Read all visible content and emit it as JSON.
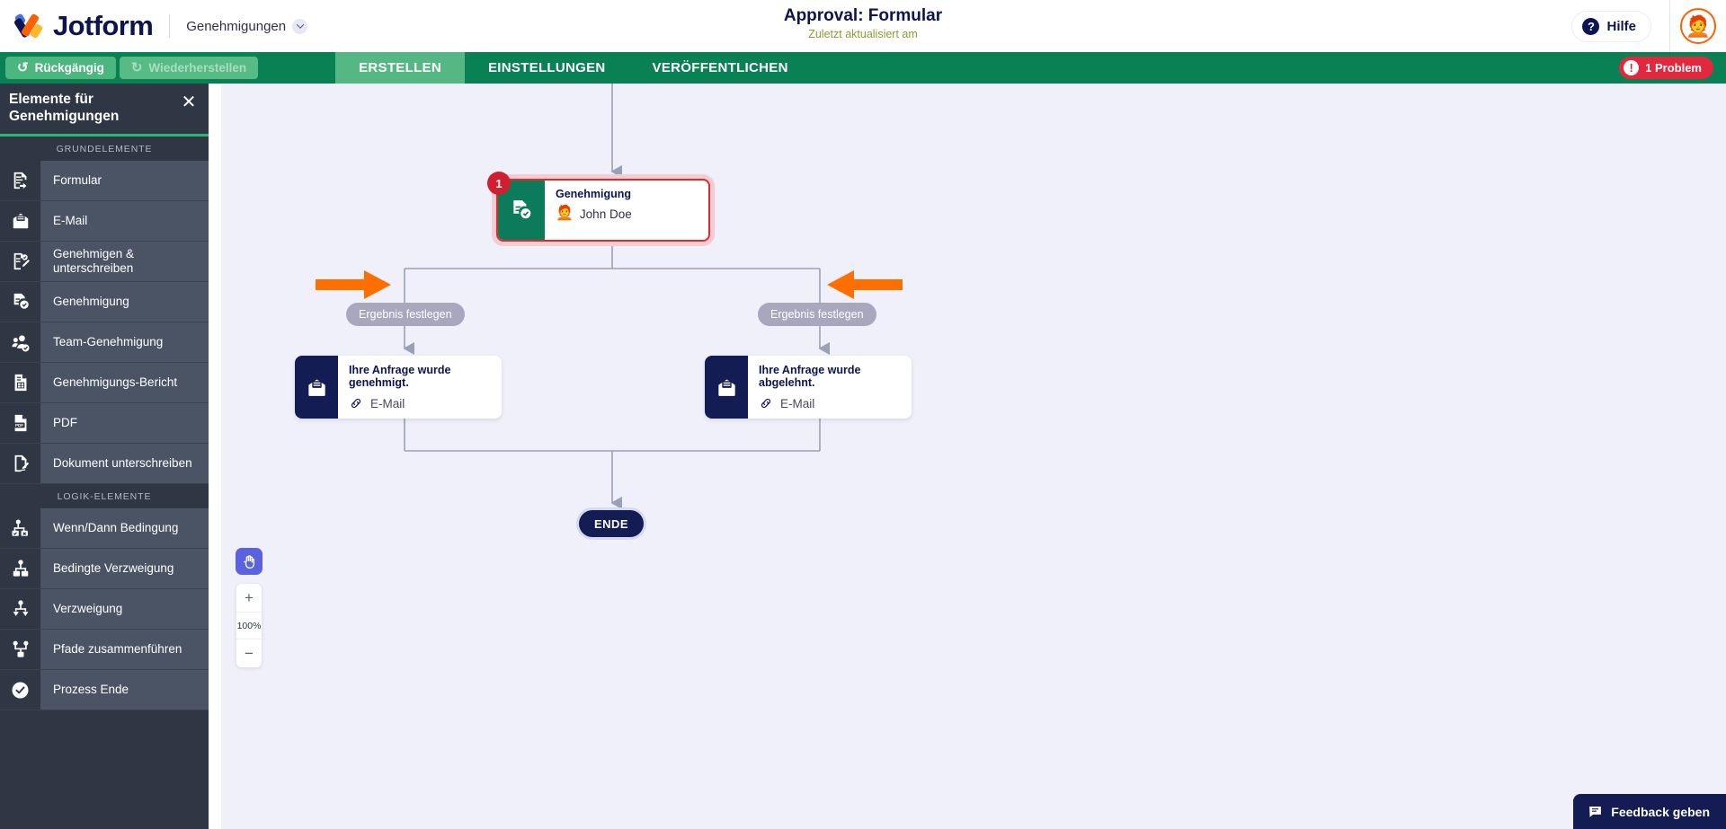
{
  "header": {
    "brand_name": "Jotform",
    "product_selector": "Genehmigungen",
    "title": "Approval: Formular",
    "subtitle": "Zuletzt aktualisiert am",
    "help_label": "Hilfe",
    "help_icon": "question-mark-icon",
    "avatar_icon": "user-avatar-emoji",
    "chevron_icon": "chevron-down-icon"
  },
  "navbar": {
    "undo_label": "Rückgängig",
    "undo_icon": "undo-arrow-icon",
    "redo_label": "Wiederherstellen",
    "redo_icon": "redo-arrow-icon",
    "tabs": [
      {
        "label": "ERSTELLEN",
        "active": true
      },
      {
        "label": "EINSTELLUNGEN",
        "active": false
      },
      {
        "label": "VERÖFFENTLICHEN",
        "active": false
      }
    ],
    "problem_label": "1 Problem",
    "problem_icon": "exclamation-icon",
    "problem_color": "#e3273c"
  },
  "sidebar": {
    "title": "Elemente für Genehmigungen",
    "close_icon": "close-icon",
    "groups": [
      {
        "label": "GRUNDELEMENTE",
        "items": [
          {
            "label": "Formular",
            "icon": "form-icon"
          },
          {
            "label": "E-Mail",
            "icon": "envelope-icon"
          },
          {
            "label": "Genehmigen & unterschreiben",
            "icon": "approve-sign-icon"
          },
          {
            "label": "Genehmigung",
            "icon": "approval-icon"
          },
          {
            "label": "Team-Genehmigung",
            "icon": "team-approval-icon"
          },
          {
            "label": "Genehmigungs-Bericht",
            "icon": "report-icon"
          },
          {
            "label": "PDF",
            "icon": "pdf-icon"
          },
          {
            "label": "Dokument unterschreiben",
            "icon": "sign-document-icon"
          }
        ]
      },
      {
        "label": "LOGIK-ELEMENTE",
        "items": [
          {
            "label": "Wenn/Dann Bedingung",
            "icon": "if-then-icon"
          },
          {
            "label": "Bedingte Verzweigung",
            "icon": "conditional-branch-icon"
          },
          {
            "label": "Verzweigung",
            "icon": "branch-icon"
          },
          {
            "label": "Pfade zusammenführen",
            "icon": "merge-paths-icon"
          },
          {
            "label": "Prozess Ende",
            "icon": "process-end-icon"
          }
        ]
      }
    ]
  },
  "canvas": {
    "background_color": "#f0f0fb",
    "approval_node": {
      "badge": "1",
      "title": "Genehmigung",
      "assignee": "John Doe",
      "assignee_avatar_icon": "person-emoji-avatar",
      "icon": "approval-icon",
      "icon_bg": "#0b7b5c",
      "border_color": "#e02b2b"
    },
    "branch_labels": [
      {
        "label": "Ergebnis festlegen"
      },
      {
        "label": "Ergebnis festlegen"
      }
    ],
    "email_nodes": [
      {
        "title": "Ihre Anfrage wurde genehmigt.",
        "subtitle": "E-Mail",
        "icon": "envelope-icon",
        "link_icon": "link-chain-icon",
        "icon_bg": "#141c54"
      },
      {
        "title": "Ihre Anfrage wurde abgelehnt.",
        "subtitle": "E-Mail",
        "icon": "envelope-icon",
        "link_icon": "link-chain-icon",
        "icon_bg": "#141c54"
      }
    ],
    "end_node": {
      "label": "ENDE",
      "color": "#141c54"
    },
    "annotations": [
      {
        "type": "orange-arrow",
        "direction": "right",
        "color": "#ff6f00"
      },
      {
        "type": "orange-arrow",
        "direction": "left",
        "color": "#ff6f00"
      }
    ],
    "controls": {
      "pan_icon": "hand-pan-icon",
      "zoom_in": "+",
      "zoom_level": "100%",
      "zoom_out": "−"
    }
  },
  "feedback": {
    "label": "Feedback geben",
    "icon": "feedback-icon"
  }
}
